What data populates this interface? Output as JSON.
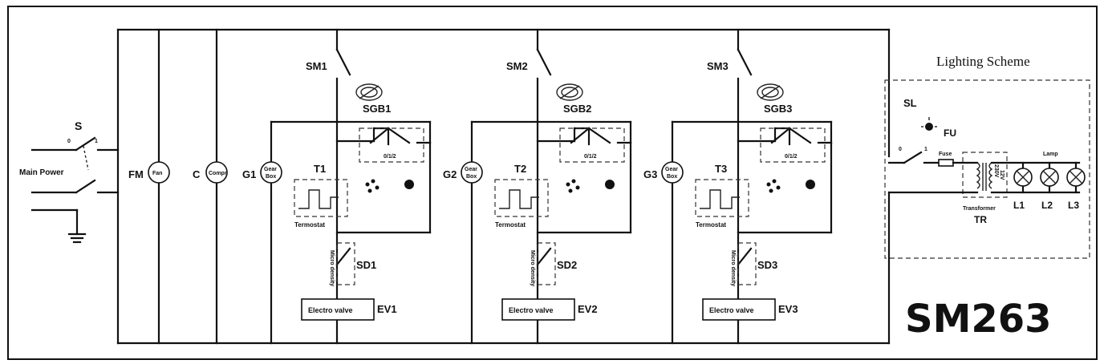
{
  "model": "SM263",
  "lighting_scheme": {
    "title": "Lighting Scheme",
    "switch": "SL",
    "fuse_symbol": "FU",
    "fuse_label": "Fuse",
    "lamp_label": "Lamp",
    "transformer_label": "Transformer",
    "transformer_symbol": "TR",
    "transformer_primary": "230V",
    "transformer_secondary": "12V",
    "lamps": [
      "L1",
      "L2",
      "L3"
    ],
    "switch_off": "0",
    "switch_on": "1"
  },
  "main": {
    "switch": "S",
    "switch_off": "0",
    "switch_on": "1",
    "power_label": "Main Power"
  },
  "fan": {
    "symbol": "FM",
    "inner": "Fan"
  },
  "compressor": {
    "symbol": "C",
    "inner": "Compr"
  },
  "units": [
    {
      "gear": "G1",
      "gear_inner_top": "Gear",
      "gear_inner_bottom": "Box",
      "switch": "SM1",
      "selector": "SGB1",
      "selector_inner": "0/1/2",
      "thermostat": "T1",
      "thermostat_label": "Termostat",
      "density_switch": "SD1",
      "density_label": "Micro density",
      "valve_label": "Electro valve",
      "valve": "EV1"
    },
    {
      "gear": "G2",
      "gear_inner_top": "Gear",
      "gear_inner_bottom": "Box",
      "switch": "SM2",
      "selector": "SGB2",
      "selector_inner": "0/1/2",
      "thermostat": "T2",
      "thermostat_label": "Termostat",
      "density_switch": "SD2",
      "density_label": "Micro density",
      "valve_label": "Electro valve",
      "valve": "EV2"
    },
    {
      "gear": "G3",
      "gear_inner_top": "Gear",
      "gear_inner_bottom": "Box",
      "switch": "SM3",
      "selector": "SGB3",
      "selector_inner": "0/1/2",
      "thermostat": "T3",
      "thermostat_label": "Termostat",
      "density_switch": "SD3",
      "density_label": "Micro density",
      "valve_label": "Electro valve",
      "valve": "EV3"
    }
  ]
}
